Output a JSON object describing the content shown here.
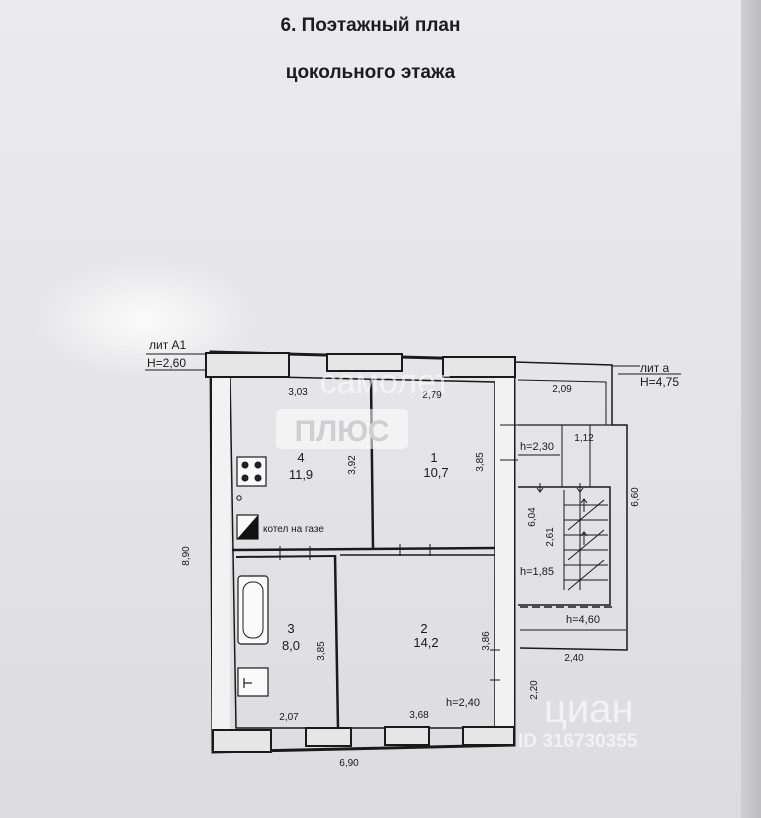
{
  "title": {
    "line1": "6. Поэтажный план",
    "line2": "цокольного этажа"
  },
  "labels": {
    "lit_a1": "лит А1",
    "h_a1": "Н=2,60",
    "lit_a": "лит а",
    "h_a": "Н=4,75"
  },
  "rooms": [
    {
      "number": "4",
      "area": "11,9"
    },
    {
      "number": "1",
      "area": "10,7"
    },
    {
      "number": "3",
      "area": "8,0"
    },
    {
      "number": "2",
      "area": "14,2"
    }
  ],
  "dimensions": {
    "d303": "3,03",
    "d279": "2,79",
    "d209": "2,09",
    "d392": "3,92",
    "d385a": "3,85",
    "d385b": "3,85",
    "d386": "3,86",
    "d890": "8,90",
    "d660": "6,60",
    "d604": "6,04",
    "d261": "2,61",
    "d112": "1,12",
    "d207": "2,07",
    "d368": "3,68",
    "d690": "6,90",
    "d240": "2,40",
    "d220": "2,20"
  },
  "heights": {
    "h230": "h=2,30",
    "h185": "h=1,85",
    "h460": "h=4,60",
    "h240": "h=2,40"
  },
  "fixtures": {
    "boiler": "котел на газе"
  },
  "watermarks": {
    "samolet": "самолет",
    "plus": "ПЛЮС",
    "cian": "циан",
    "id": "ID 316730355"
  },
  "colors": {
    "wall": "#1a1a1a",
    "paper": "#e8e8ea"
  }
}
